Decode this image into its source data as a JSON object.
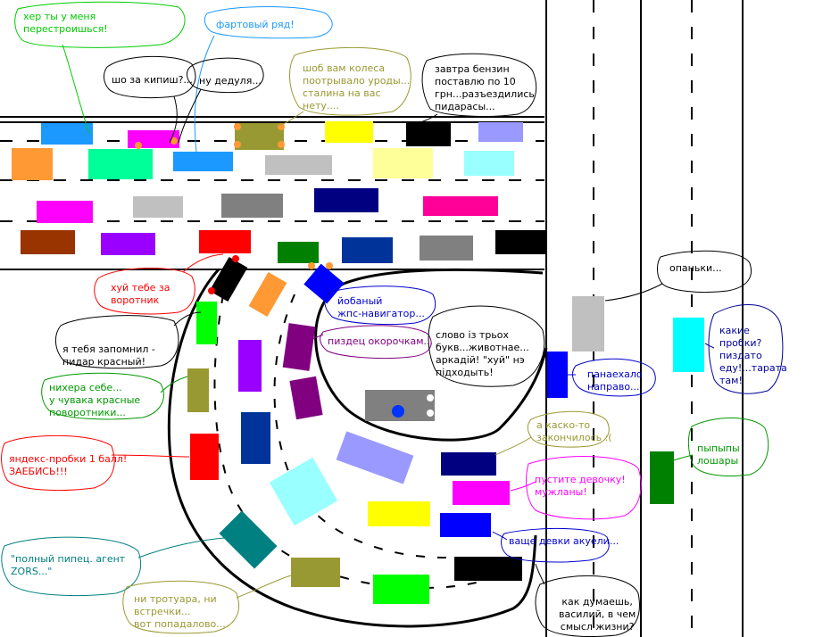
{
  "colors": {
    "black": "#000000",
    "white": "#ffffff",
    "orange_dot": "#ff9933",
    "red_light": "#ff0000",
    "blue_dot": "#0033ff"
  },
  "cars": [
    {
      "name": "car-top-blue",
      "color": "#1b99ff"
    },
    {
      "name": "car-top-magenta",
      "color": "#ff00ff"
    },
    {
      "name": "car-top-olive",
      "color": "#999933"
    },
    {
      "name": "car-top-yellow",
      "color": "#ffff00"
    },
    {
      "name": "car-top-black",
      "color": "#000000"
    },
    {
      "name": "car-top-lavender",
      "color": "#9999ff"
    },
    {
      "name": "car-orange",
      "color": "#ff9933"
    },
    {
      "name": "car-mint",
      "color": "#00ff99"
    },
    {
      "name": "car-azure",
      "color": "#1b99ff"
    },
    {
      "name": "car-silver",
      "color": "#c0c0c0"
    },
    {
      "name": "car-pale-yellow",
      "color": "#ffff99"
    },
    {
      "name": "car-pale-cyan",
      "color": "#99ffff"
    },
    {
      "name": "car-pink",
      "color": "#ff00ff"
    },
    {
      "name": "car-lightgray",
      "color": "#c0c0c0"
    },
    {
      "name": "car-gray",
      "color": "#808080"
    },
    {
      "name": "car-navy",
      "color": "#000080"
    },
    {
      "name": "car-hotpink",
      "color": "#ff0099"
    },
    {
      "name": "car-brown",
      "color": "#993300"
    },
    {
      "name": "car-violet",
      "color": "#9900ff"
    },
    {
      "name": "car-red-main",
      "color": "#ff0000"
    },
    {
      "name": "car-green",
      "color": "#008000"
    },
    {
      "name": "car-darkblue",
      "color": "#003399"
    },
    {
      "name": "car-gray-2",
      "color": "#808080"
    },
    {
      "name": "car-black-2",
      "color": "#000000"
    },
    {
      "name": "car-black-turning",
      "color": "#000000"
    },
    {
      "name": "car-orange-turning",
      "color": "#ff9933"
    },
    {
      "name": "car-blue-navigator",
      "color": "#0000ff"
    },
    {
      "name": "car-lime",
      "color": "#00ff00"
    },
    {
      "name": "car-purple",
      "color": "#9900ff"
    },
    {
      "name": "car-plum",
      "color": "#800080"
    },
    {
      "name": "car-plum-2",
      "color": "#800080"
    },
    {
      "name": "car-khaki",
      "color": "#999933"
    },
    {
      "name": "car-cobalt",
      "color": "#003399"
    },
    {
      "name": "car-red",
      "color": "#ff0000"
    },
    {
      "name": "car-periwinkle",
      "color": "#9999ff"
    },
    {
      "name": "car-aqua",
      "color": "#99ffff"
    },
    {
      "name": "car-teal",
      "color": "#008080"
    },
    {
      "name": "car-olive-bottom",
      "color": "#999933"
    },
    {
      "name": "car-lime-bottom",
      "color": "#00ff00"
    },
    {
      "name": "car-yellow-bottom",
      "color": "#ffff00"
    },
    {
      "name": "car-blue-bottom",
      "color": "#0000ff"
    },
    {
      "name": "car-magenta-bottom",
      "color": "#ff00ff"
    },
    {
      "name": "car-navy-bottom",
      "color": "#000080"
    },
    {
      "name": "car-black-bottom",
      "color": "#000000"
    },
    {
      "name": "car-gray-center",
      "color": "#808080"
    },
    {
      "name": "car-silver-vertical",
      "color": "#c0c0c0"
    },
    {
      "name": "car-blue-vertical",
      "color": "#0000ff"
    },
    {
      "name": "car-cyan-right",
      "color": "#00ffff"
    },
    {
      "name": "car-green-right",
      "color": "#008000"
    }
  ],
  "captions": [
    {
      "name": "caption-rebuild",
      "color": "#00cc00",
      "lines": [
        "хер ты у меня",
        "перестроишься!"
      ]
    },
    {
      "name": "caption-lucky-lane",
      "color": "#1b99ff",
      "lines": [
        "фартовый ряд!"
      ]
    },
    {
      "name": "caption-commotion",
      "color": "#000000",
      "lines": [
        "шо за кипиш?..."
      ]
    },
    {
      "name": "caption-grandpa",
      "color": "#000000",
      "lines": [
        "ну дедуля..."
      ]
    },
    {
      "name": "caption-wheels",
      "color": "#999933",
      "lines": [
        "шоб вам колеса",
        "поотрывало уроды...",
        "сталина на вас",
        "нету...."
      ]
    },
    {
      "name": "caption-petrol",
      "color": "#000000",
      "lines": [
        "завтра бензин",
        "поставлю по 10",
        "грн...разъездились",
        "пидарасы..."
      ]
    },
    {
      "name": "caption-collar",
      "color": "#ff0000",
      "lines": [
        "хуй тебе за",
        "воротник"
      ]
    },
    {
      "name": "caption-navigator",
      "color": "#0000cc",
      "lines": [
        "йобаный",
        "жпс-навигатор..."
      ]
    },
    {
      "name": "caption-remember",
      "color": "#000000",
      "lines": [
        "я тебя запомнил -",
        "пидар красный!"
      ]
    },
    {
      "name": "caption-okorochka",
      "color": "#800080",
      "lines": [
        "пиздец окорочкам..."
      ]
    },
    {
      "name": "caption-riddle",
      "color": "#000000",
      "lines": [
        "слово із трьох",
        "букв...животнае...",
        "аркадій! \"хуй\" нэ",
        "підходыть!"
      ]
    },
    {
      "name": "caption-turn-signals",
      "color": "#009900",
      "lines": [
        "нихера себе...",
        "у чувака красные",
        "поворотники..."
      ]
    },
    {
      "name": "caption-yandex",
      "color": "#ff0000",
      "lines": [
        "яндекс-пробки 1 балл!",
        "ЗАЕБИСЬ!!!"
      ]
    },
    {
      "name": "caption-opanki",
      "color": "#000000",
      "lines": [
        "опаньки..."
      ]
    },
    {
      "name": "caption-traffic-jam",
      "color": "#000099",
      "lines": [
        "какие",
        "пробки?",
        "пиздато",
        "еду!...тарата",
        "там!"
      ]
    },
    {
      "name": "caption-right-turn",
      "color": "#0000cc",
      "lines": [
        "панаехало",
        "направо..."
      ]
    },
    {
      "name": "caption-kasko",
      "color": "#999933",
      "lines": [
        "а каско-то",
        "закончилось :("
      ]
    },
    {
      "name": "caption-losers",
      "color": "#009900",
      "lines": [
        "пыпыпы",
        "лошары"
      ]
    },
    {
      "name": "caption-girl",
      "color": "#ff00ff",
      "lines": [
        "пустите девочку!",
        "мужланы!"
      ]
    },
    {
      "name": "caption-agent",
      "color": "#008080",
      "lines": [
        "\"полный пипец. агент",
        "ZORS...\""
      ]
    },
    {
      "name": "caption-girls",
      "color": "#0000cc",
      "lines": [
        "ваще девки акуели..."
      ]
    },
    {
      "name": "caption-sidewalk",
      "color": "#999933",
      "lines": [
        "ни тротуара, ни",
        "встречки...",
        "вот попадалово...."
      ]
    },
    {
      "name": "caption-meaning",
      "color": "#000000",
      "lines": [
        "как думаешь,",
        "василий, в чем",
        "смысл жизни?"
      ]
    }
  ]
}
